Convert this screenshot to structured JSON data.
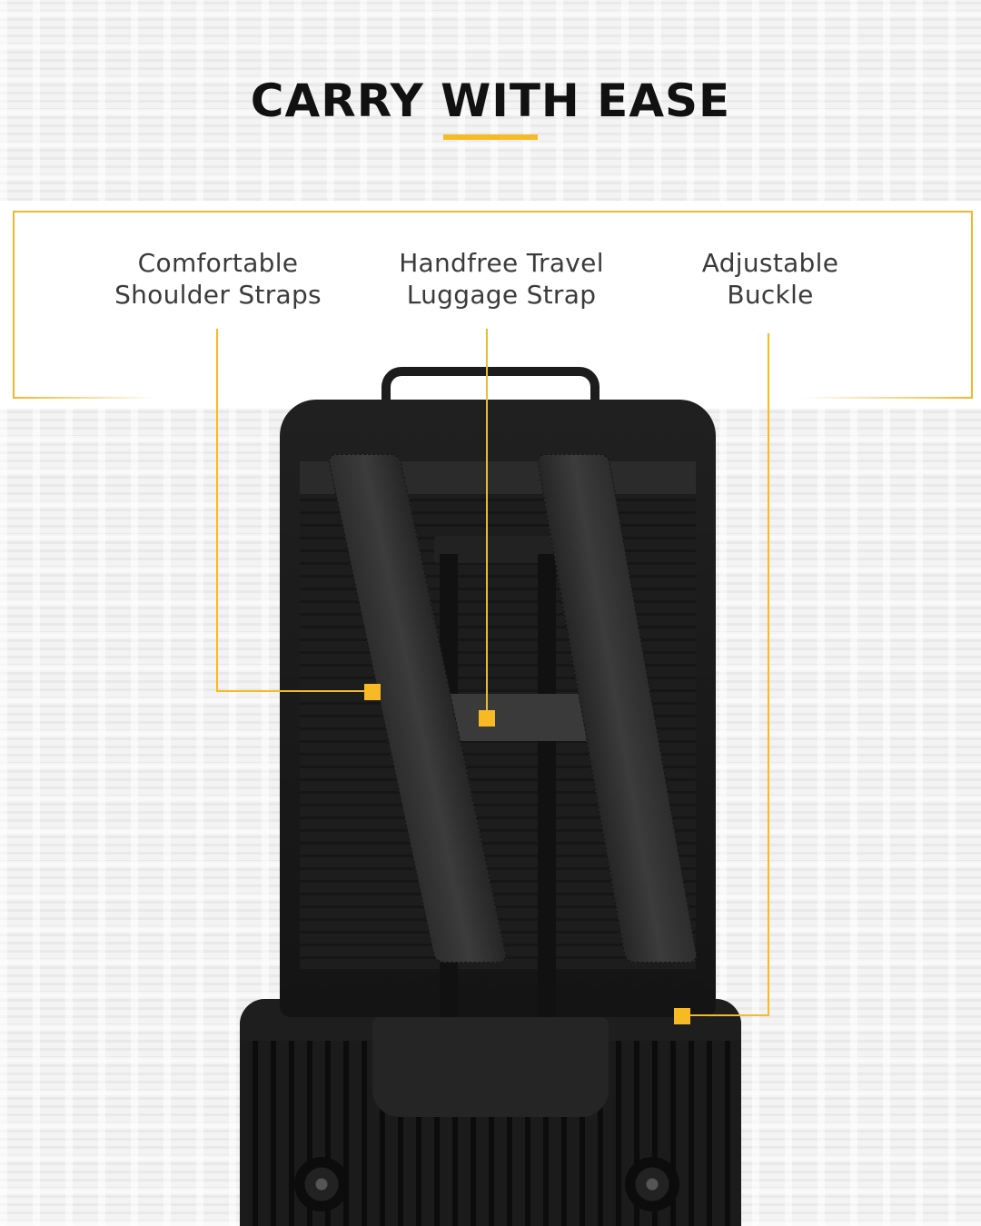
{
  "header": {
    "title": "CARRY WITH EASE",
    "accent_color": "#f7b924"
  },
  "callouts": [
    {
      "id": "shoulder-straps",
      "line1": "Comfortable",
      "line2": "Shoulder Straps"
    },
    {
      "id": "luggage-strap",
      "line1": "Handfree Travel",
      "line2": "Luggage Strap"
    },
    {
      "id": "buckle",
      "line1": "Adjustable",
      "line2": "Buckle"
    }
  ],
  "colors": {
    "accent": "#f7b924",
    "frame": "#f3b62a",
    "text": "#3b3b3b",
    "title": "#111111",
    "background": "#f3f3f3"
  },
  "product": {
    "image_description": "black backpack mounted on a black hard-shell suitcase via luggage strap"
  }
}
